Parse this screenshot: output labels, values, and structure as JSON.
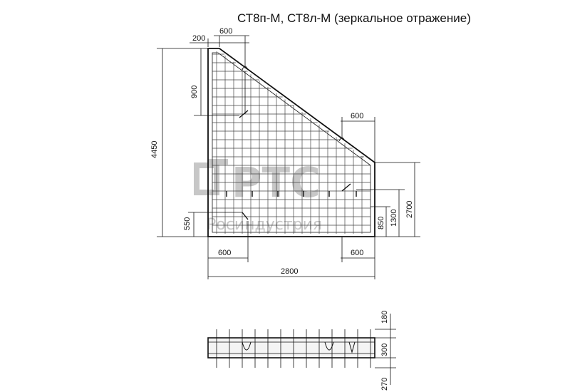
{
  "title": "СТ8п-М, СТ8л-М (зеркальное отражение)",
  "watermark": {
    "mark": "РТС",
    "subtitle": "Росиндустрия",
    "color": "#9a9a9a"
  },
  "front_view": {
    "dims": {
      "top_left_offset": "200",
      "top_embed_offset": "600",
      "upper_embed_height": "900",
      "total_height": "4450",
      "right_embed_offset": "600",
      "right_height": "2700",
      "lower_embed_height": "1300",
      "lower_right_height": "850",
      "lower_left_height": "550",
      "bottom_left_embed": "600",
      "bottom_right_embed": "600",
      "total_width": "2800"
    }
  },
  "section_view": {
    "dims": {
      "top": "180",
      "thickness": "300",
      "bottom": "270"
    }
  }
}
